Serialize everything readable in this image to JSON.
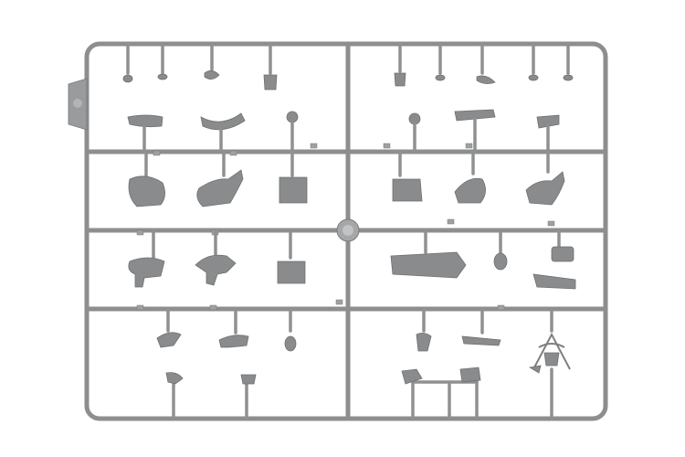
{
  "photo": {
    "subject_parts": [
      "torso",
      "arm",
      "head",
      "leg",
      "boot",
      "equipment-harness"
    ],
    "colors": {
      "background": "#ffffff",
      "plastic": "#8a8b8c",
      "plastic_light": "#9a9b9c",
      "sprue": "#8d8e8f"
    }
  }
}
